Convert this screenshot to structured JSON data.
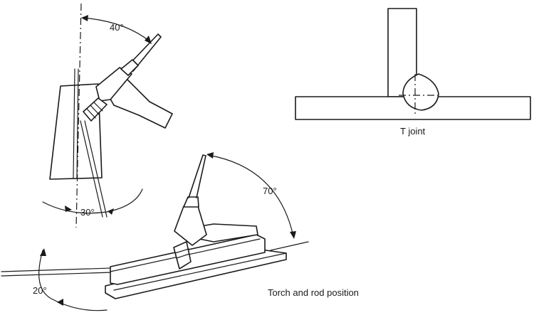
{
  "labels": {
    "angle_top": "40°",
    "angle_vertical_bottom": "30°",
    "angle_torch_large": "70°",
    "angle_rod_low": "20°",
    "t_joint": "T joint",
    "torch_rod_position": "Torch and rod position"
  }
}
